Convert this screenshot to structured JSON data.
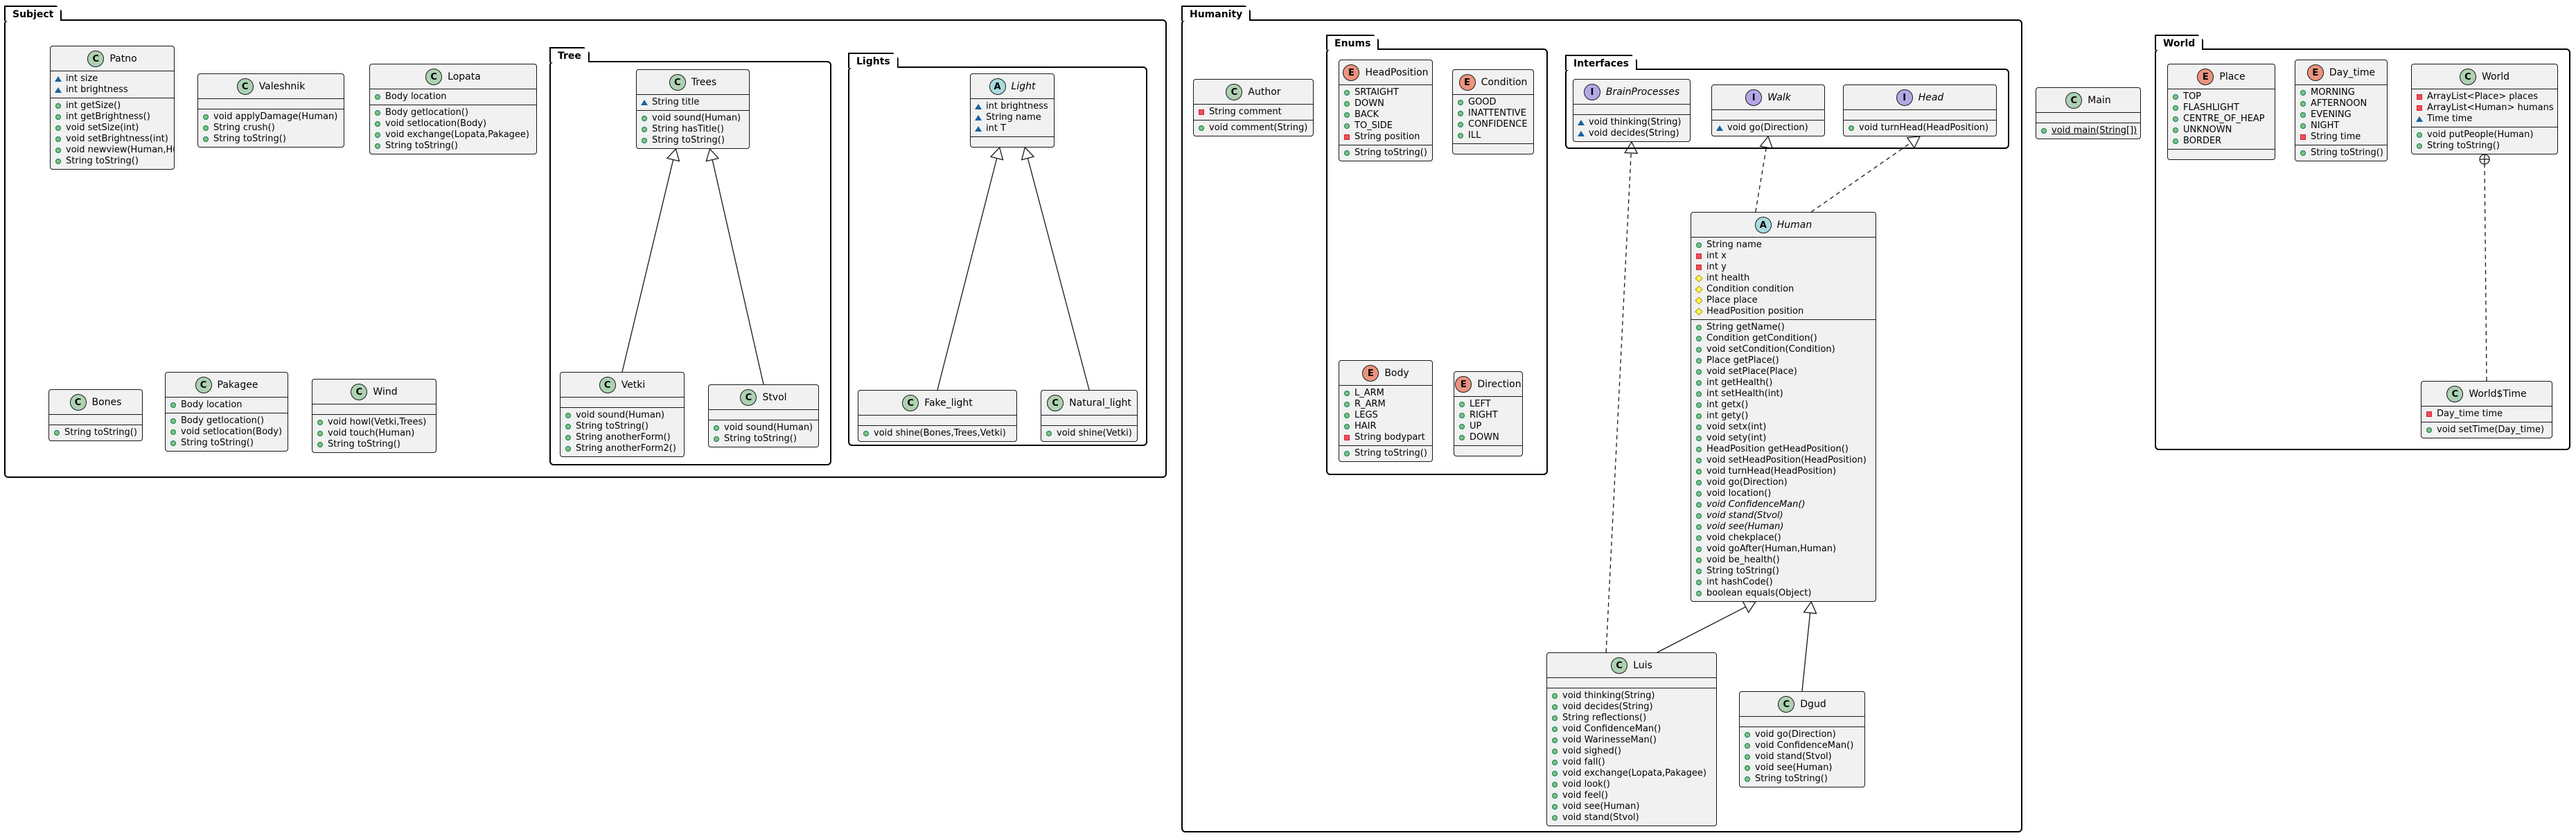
{
  "packages": {
    "subject": "Subject",
    "tree": "Tree",
    "lights": "Lights",
    "humanity": "Humanity",
    "enums": "Enums",
    "interfaces": "Interfaces",
    "world": "World"
  },
  "classes": {
    "patno": {
      "kind": "C",
      "name": "Patno",
      "fields": [
        [
          "pkg",
          "int size"
        ],
        [
          "pkg",
          "int brightness"
        ]
      ],
      "methods": [
        [
          "mpub",
          "int getSize()"
        ],
        [
          "mpub",
          "int getBrightness()"
        ],
        [
          "mpub",
          "void setSize(int)"
        ],
        [
          "mpub",
          "void setBrightness(int)"
        ],
        [
          "mpub",
          "void newview(Human,Human)"
        ],
        [
          "mpub",
          "String toString()"
        ]
      ]
    },
    "valeshnik": {
      "kind": "C",
      "name": "Valeshnik",
      "fields": [],
      "methods": [
        [
          "mpub",
          "void applyDamage(Human)"
        ],
        [
          "mpub",
          "String crush()"
        ],
        [
          "mpub",
          "String toString()"
        ]
      ]
    },
    "lopata": {
      "kind": "C",
      "name": "Lopata",
      "fields": [
        [
          "pub",
          "Body location"
        ]
      ],
      "methods": [
        [
          "mpub",
          "Body getlocation()"
        ],
        [
          "mpub",
          "void setlocation(Body)"
        ],
        [
          "mpub",
          "void exchange(Lopata,Pakagee)"
        ],
        [
          "mpub",
          "String toString()"
        ]
      ]
    },
    "bones": {
      "kind": "C",
      "name": "Bones",
      "fields": [],
      "methods": [
        [
          "mpub",
          "String toString()"
        ]
      ]
    },
    "pakagee": {
      "kind": "C",
      "name": "Pakagee",
      "fields": [
        [
          "pub",
          "Body location"
        ]
      ],
      "methods": [
        [
          "mpub",
          "Body getlocation()"
        ],
        [
          "mpub",
          "void setlocation(Body)"
        ],
        [
          "mpub",
          "String toString()"
        ]
      ]
    },
    "wind": {
      "kind": "C",
      "name": "Wind",
      "fields": [],
      "methods": [
        [
          "mpub",
          "void howl(Vetki,Trees)"
        ],
        [
          "mpub",
          "void touch(Human)"
        ],
        [
          "mpub",
          "String toString()"
        ]
      ]
    },
    "trees": {
      "kind": "C",
      "name": "Trees",
      "fields": [
        [
          "pkg",
          "String title"
        ]
      ],
      "methods": [
        [
          "mpub",
          "void sound(Human)"
        ],
        [
          "mpub",
          "String hasTitle()"
        ],
        [
          "mpub",
          "String toString()"
        ]
      ]
    },
    "vetki": {
      "kind": "C",
      "name": "Vetki",
      "fields": [],
      "methods": [
        [
          "mpub",
          "void sound(Human)"
        ],
        [
          "mpub",
          "String toString()"
        ],
        [
          "mpub",
          "String anotherForm()"
        ],
        [
          "mpub",
          "String anotherForm2()"
        ]
      ]
    },
    "stvol": {
      "kind": "C",
      "name": "Stvol",
      "fields": [],
      "methods": [
        [
          "mpub",
          "void sound(Human)"
        ],
        [
          "mpub",
          "String toString()"
        ]
      ]
    },
    "light": {
      "kind": "A",
      "name": "Light",
      "fields": [
        [
          "pkg",
          "int brightness"
        ],
        [
          "pkg",
          "String name"
        ],
        [
          "pkg",
          "int T"
        ]
      ],
      "methods": []
    },
    "fake_light": {
      "kind": "C",
      "name": "Fake_light",
      "fields": [],
      "methods": [
        [
          "mpub",
          "void shine(Bones,Trees,Vetki)"
        ]
      ]
    },
    "natural_light": {
      "kind": "C",
      "name": "Natural_light",
      "fields": [],
      "methods": [
        [
          "mpub",
          "void shine(Vetki)"
        ]
      ]
    },
    "author": {
      "kind": "C",
      "name": "Author",
      "fields": [
        [
          "pri",
          "String comment"
        ]
      ],
      "methods": [
        [
          "mpub",
          "void comment(String)"
        ]
      ]
    },
    "headposition": {
      "kind": "E",
      "name": "HeadPosition",
      "fields": [
        [
          "pub",
          "SRTAIGHT"
        ],
        [
          "pub",
          "DOWN"
        ],
        [
          "pub",
          "BACK"
        ],
        [
          "pub",
          "TO_SIDE"
        ],
        [
          "pri",
          "String position"
        ]
      ],
      "methods": [
        [
          "mpub",
          "String toString()"
        ]
      ]
    },
    "condition": {
      "kind": "E",
      "name": "Condition",
      "fields": [
        [
          "pub",
          "GOOD"
        ],
        [
          "pub",
          "INATTENTIVE"
        ],
        [
          "pub",
          "CONFIDENCE"
        ],
        [
          "pub",
          "ILL"
        ]
      ],
      "methods": []
    },
    "body": {
      "kind": "E",
      "name": "Body",
      "fields": [
        [
          "pub",
          "L_ARM"
        ],
        [
          "pub",
          "R_ARM"
        ],
        [
          "pub",
          "LEGS"
        ],
        [
          "pub",
          "HAIR"
        ],
        [
          "pri",
          "String bodypart"
        ]
      ],
      "methods": [
        [
          "mpub",
          "String toString()"
        ]
      ]
    },
    "direction": {
      "kind": "E",
      "name": "Direction",
      "fields": [
        [
          "pub",
          "LEFT"
        ],
        [
          "pub",
          "RIGHT"
        ],
        [
          "pub",
          "UP"
        ],
        [
          "pub",
          "DOWN"
        ]
      ],
      "methods": []
    },
    "brainprocesses": {
      "kind": "I",
      "name": "BrainProcesses",
      "fields": [],
      "methods": [
        [
          "mpkg",
          "void thinking(String)"
        ],
        [
          "mpkg",
          "void decides(String)"
        ]
      ]
    },
    "walk": {
      "kind": "I",
      "name": "Walk",
      "fields": [],
      "methods": [
        [
          "mpkg",
          "void go(Direction)"
        ]
      ]
    },
    "head": {
      "kind": "I",
      "name": "Head",
      "fields": [],
      "methods": [
        [
          "mpub",
          "void turnHead(HeadPosition)"
        ]
      ]
    },
    "human": {
      "kind": "A",
      "name": "Human",
      "fields": [
        [
          "pub",
          "String name"
        ],
        [
          "pri",
          "int x"
        ],
        [
          "pri",
          "int y"
        ],
        [
          "pro",
          "int health"
        ],
        [
          "pro",
          "Condition condition"
        ],
        [
          "pro",
          "Place place"
        ],
        [
          "pro",
          "HeadPosition position"
        ]
      ],
      "methods": [
        [
          "mpub",
          "String getName()"
        ],
        [
          "mpub",
          "Condition getCondition()"
        ],
        [
          "mpub",
          "void setCondition(Condition)"
        ],
        [
          "mpub",
          "Place getPlace()"
        ],
        [
          "mpub",
          "void setPlace(Place)"
        ],
        [
          "mpub",
          "int getHealth()"
        ],
        [
          "mpub",
          "int setHealth(int)"
        ],
        [
          "mpub",
          "int getx()"
        ],
        [
          "mpub",
          "int gety()"
        ],
        [
          "mpub",
          "void setx(int)"
        ],
        [
          "mpub",
          "void sety(int)"
        ],
        [
          "mpub",
          "HeadPosition getHeadPosition()"
        ],
        [
          "mpub",
          "void setHeadPosition(HeadPosition)"
        ],
        [
          "mpub",
          "void turnHead(HeadPosition)"
        ],
        [
          "mpub",
          "void go(Direction)"
        ],
        [
          "mpub",
          "void location()"
        ],
        [
          "mpub",
          "void ConfidenceMan()",
          "it"
        ],
        [
          "mpub",
          "void stand(Stvol)",
          "it"
        ],
        [
          "mpub",
          "void see(Human)",
          "it"
        ],
        [
          "mpub",
          "void chekplace()"
        ],
        [
          "mpub",
          "void goAfter(Human,Human)"
        ],
        [
          "mpub",
          "void be_health()"
        ],
        [
          "mpub",
          "String toString()"
        ],
        [
          "mpub",
          "int hashCode()"
        ],
        [
          "mpub",
          "boolean equals(Object)"
        ]
      ]
    },
    "luis": {
      "kind": "C",
      "name": "Luis",
      "fields": [],
      "methods": [
        [
          "mpub",
          "void thinking(String)"
        ],
        [
          "mpub",
          "void decides(String)"
        ],
        [
          "mpub",
          "String reflections()"
        ],
        [
          "mpub",
          "void ConfidenceMan()"
        ],
        [
          "mpub",
          "void WarinesseMan()"
        ],
        [
          "mpub",
          "void sighed()"
        ],
        [
          "mpub",
          "void fall()"
        ],
        [
          "mpub",
          "void exchange(Lopata,Pakagee)"
        ],
        [
          "mpub",
          "void look()"
        ],
        [
          "mpub",
          "void feel()"
        ],
        [
          "mpub",
          "void see(Human)"
        ],
        [
          "mpub",
          "void stand(Stvol)"
        ]
      ]
    },
    "dgud": {
      "kind": "C",
      "name": "Dgud",
      "fields": [],
      "methods": [
        [
          "mpub",
          "void go(Direction)"
        ],
        [
          "mpub",
          "void ConfidenceMan()"
        ],
        [
          "mpub",
          "void stand(Stvol)"
        ],
        [
          "mpub",
          "void see(Human)"
        ],
        [
          "mpub",
          "String toString()"
        ]
      ]
    },
    "main": {
      "kind": "C",
      "name": "Main",
      "fields": [],
      "methods": [
        [
          "mpub",
          "void main(String[])",
          "u"
        ]
      ]
    },
    "place": {
      "kind": "E",
      "name": "Place",
      "fields": [
        [
          "pub",
          "TOP"
        ],
        [
          "pub",
          "FLASHLIGHT"
        ],
        [
          "pub",
          "CENTRE_OF_HEAP"
        ],
        [
          "pub",
          "UNKNOWN"
        ],
        [
          "pub",
          "BORDER"
        ]
      ],
      "methods": []
    },
    "day_time": {
      "kind": "E",
      "name": "Day_time",
      "fields": [
        [
          "pub",
          "MORNING"
        ],
        [
          "pub",
          "AFTERNOON"
        ],
        [
          "pub",
          "EVENING"
        ],
        [
          "pub",
          "NIGHT"
        ],
        [
          "pri",
          "String time"
        ]
      ],
      "methods": [
        [
          "mpub",
          "String toString()"
        ]
      ]
    },
    "world": {
      "kind": "C",
      "name": "World",
      "fields": [
        [
          "pri",
          "ArrayList<Place> places"
        ],
        [
          "pri",
          "ArrayList<Human> humans"
        ],
        [
          "pkg",
          "Time time"
        ]
      ],
      "methods": [
        [
          "mpub",
          "void putPeople(Human)"
        ],
        [
          "mpub",
          "String toString()"
        ]
      ]
    },
    "world_time": {
      "kind": "C",
      "name": "World$Time",
      "fields": [
        [
          "pri",
          "Day_time time"
        ]
      ],
      "methods": [
        [
          "mpub",
          "void setTime(Day_time)"
        ]
      ]
    }
  },
  "relations": [
    {
      "from": "vetki",
      "to": "trees",
      "type": "extends"
    },
    {
      "from": "stvol",
      "to": "trees",
      "type": "extends"
    },
    {
      "from": "fake_light",
      "to": "light",
      "type": "extends"
    },
    {
      "from": "natural_light",
      "to": "light",
      "type": "extends"
    },
    {
      "from": "luis",
      "to": "brainprocesses",
      "type": "implements"
    },
    {
      "from": "human",
      "to": "walk",
      "type": "implements"
    },
    {
      "from": "human",
      "to": "head",
      "type": "implements"
    },
    {
      "from": "luis",
      "to": "human",
      "type": "extends"
    },
    {
      "from": "dgud",
      "to": "human",
      "type": "extends"
    },
    {
      "from": "world_time",
      "to": "world",
      "type": "nested"
    }
  ]
}
